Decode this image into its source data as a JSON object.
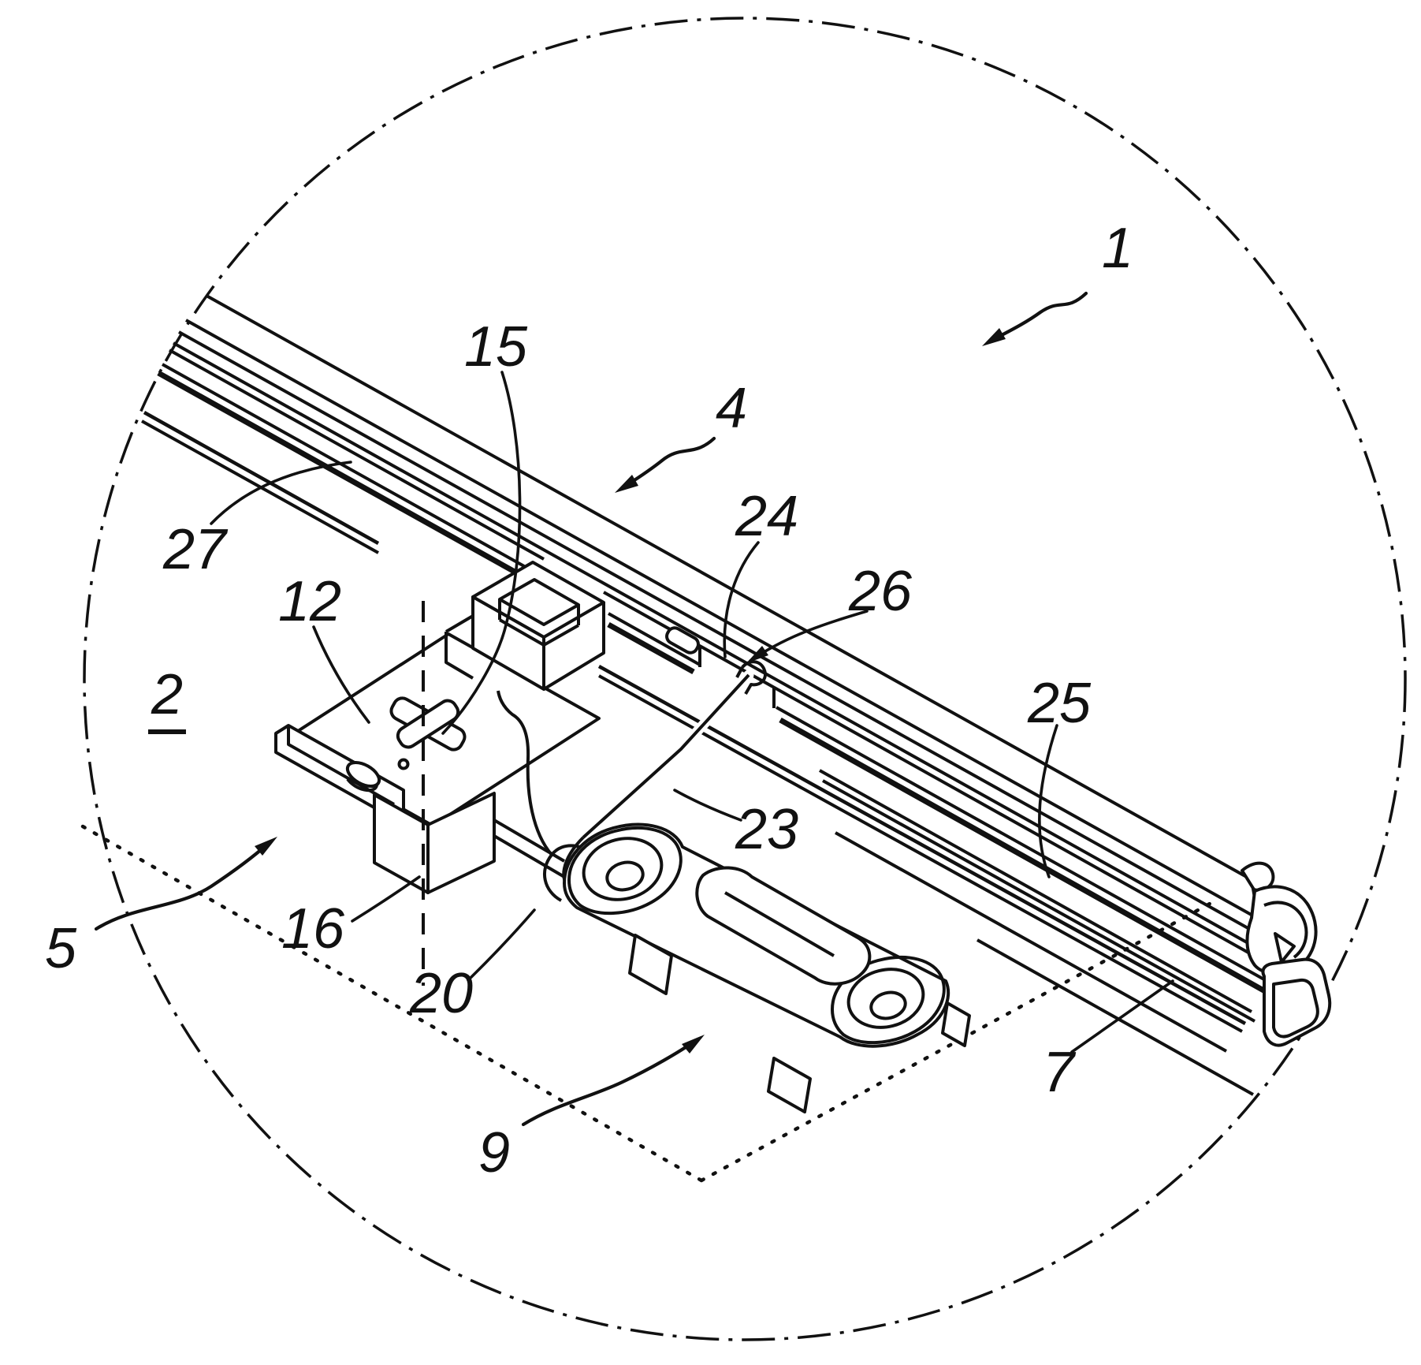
{
  "figure": {
    "type": "patent-technical-drawing",
    "description": "Isometric partial detail view, bounded by a dash-dot circle, of a rail fastening arrangement with mounting bracket, clamp plate, spring wire and sliding carriage on a profiled rail",
    "background_color": "#ffffff",
    "line_color": "#111111",
    "boundary": {
      "shape": "dash-dot circle"
    },
    "reference_labels": [
      {
        "id": "1",
        "text": "1",
        "leader": "wavy-arrow",
        "underlined": false
      },
      {
        "id": "2",
        "text": "2",
        "leader": "none",
        "underlined": true
      },
      {
        "id": "4",
        "text": "4",
        "leader": "wavy-arrow",
        "underlined": false
      },
      {
        "id": "5",
        "text": "5",
        "leader": "wavy-arrow",
        "underlined": false
      },
      {
        "id": "7",
        "text": "7",
        "leader": "curved-line",
        "underlined": false
      },
      {
        "id": "9",
        "text": "9",
        "leader": "wavy-arrow",
        "underlined": false
      },
      {
        "id": "12",
        "text": "12",
        "leader": "curved-line",
        "underlined": false
      },
      {
        "id": "15",
        "text": "15",
        "leader": "curved-line",
        "underlined": false
      },
      {
        "id": "16",
        "text": "16",
        "leader": "curved-line",
        "underlined": false
      },
      {
        "id": "20",
        "text": "20",
        "leader": "curved-line",
        "underlined": false
      },
      {
        "id": "23",
        "text": "23",
        "leader": "curved-line",
        "underlined": false
      },
      {
        "id": "24",
        "text": "24",
        "leader": "curved-line",
        "underlined": false
      },
      {
        "id": "25",
        "text": "25",
        "leader": "curved-line",
        "underlined": false
      },
      {
        "id": "26",
        "text": "26",
        "leader": "curved-arrow",
        "underlined": false
      },
      {
        "id": "27",
        "text": "27",
        "leader": "curved-line",
        "underlined": false
      }
    ]
  }
}
